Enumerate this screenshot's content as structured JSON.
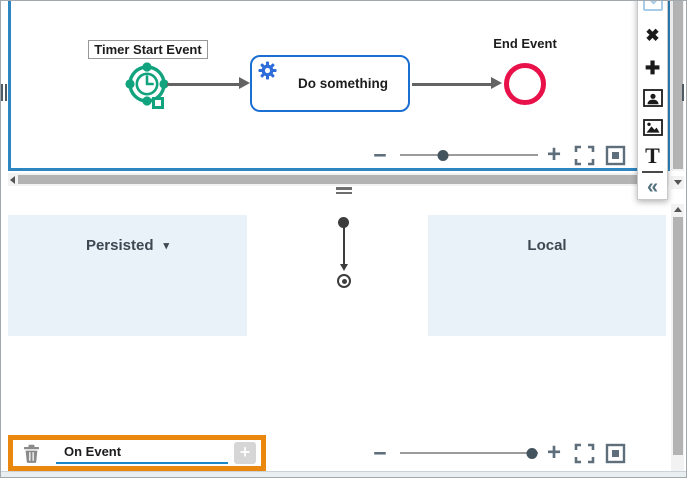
{
  "colors": {
    "canvas_border": "#2e86c0",
    "scope_panel_blue": "#e8f2f8",
    "timer_green": "#11a37e",
    "task_blue": "#1c6fd2",
    "end_event_red": "#e8114a",
    "highlight_orange": "#e9870f",
    "input_underline_blue": "#1b87c8"
  },
  "process_canvas": {
    "timer_event_label": "Timer Start Event",
    "task_label": "Do something",
    "end_event_label": "End Event"
  },
  "top_toolbar": {
    "zoom_out": "−",
    "zoom_in": "+",
    "knob_pct": 31
  },
  "bottom_toolbar": {
    "zoom_out": "−",
    "zoom_in": "+",
    "knob_pct": 96
  },
  "sidebar": {
    "delete_glyph": "✖",
    "add_glyph": "✚",
    "text_glyph": "T",
    "collapse_glyph": "«",
    "icon_names": [
      "chevron-down",
      "delete-cross",
      "add-plus",
      "portrait-image",
      "landscape-image",
      "text-tool",
      "collapse-left"
    ]
  },
  "scopes": {
    "persisted_label": "Persisted",
    "persisted_caret": "▾",
    "local_label": "Local"
  },
  "event_editor": {
    "name_value": "On Event",
    "add_label": "+"
  }
}
